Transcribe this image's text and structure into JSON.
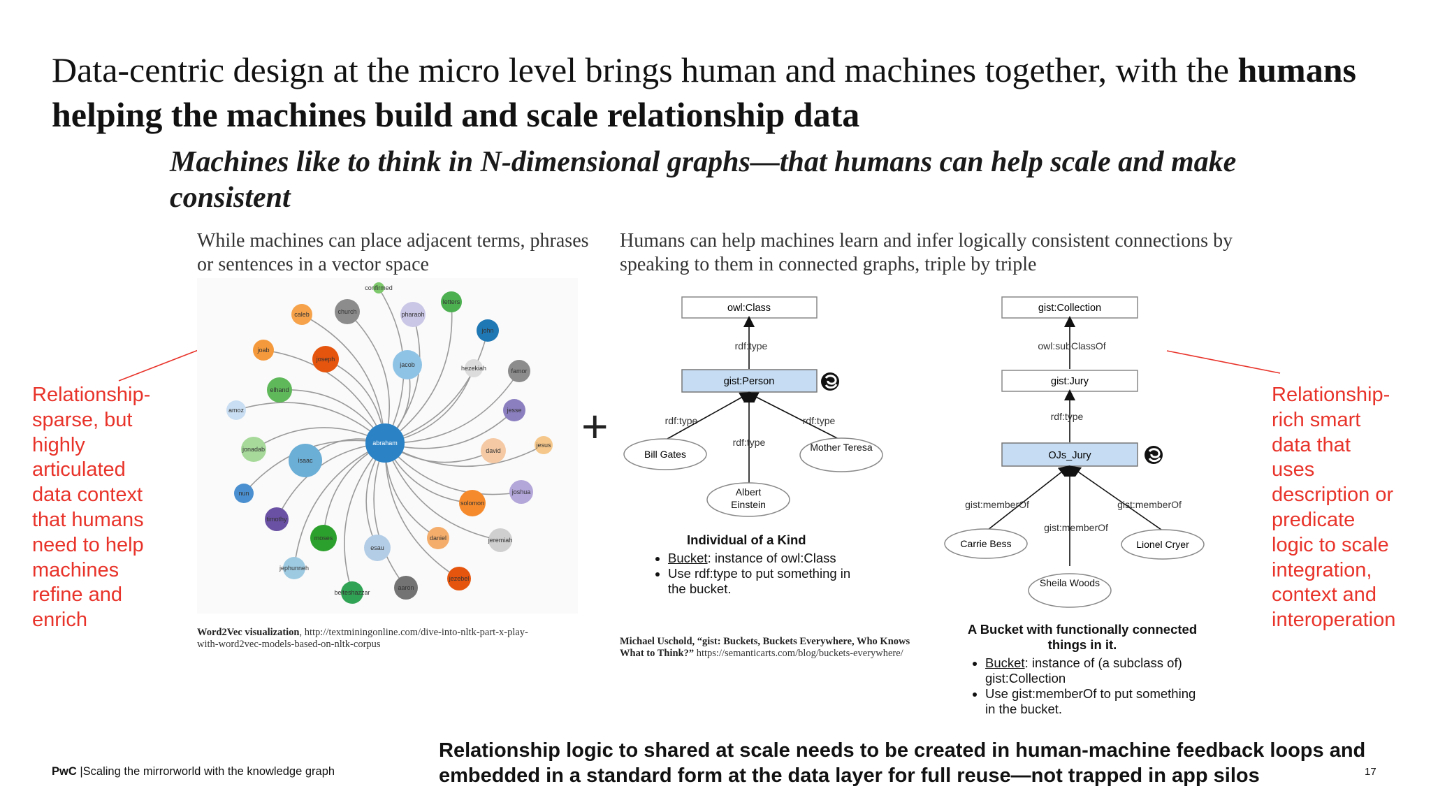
{
  "slide": {
    "title_regular": "Data-centric design at the micro level brings human and machines together, with the ",
    "title_bold": "humans helping the machines build and scale relationship data",
    "subtitle": "Machines like to think in N-dimensional graphs—that humans can help scale and make consistent",
    "left_caption": "While machines can place adjacent terms, phrases or sentences in a vector space",
    "right_caption": "Humans can help machines learn and infer logically consistent connections by speaking to them in connected graphs, triple by triple",
    "plus": "+",
    "left_note_lines": [
      "Relationship-",
      "sparse, but",
      "highly",
      "articulated",
      "data context",
      "that humans",
      "need to help",
      "machines",
      "refine and",
      "enrich"
    ],
    "right_note_lines": [
      "Relationship-",
      "rich smart",
      "data that",
      "uses",
      "description or",
      "predicate",
      "logic to scale",
      "integration,",
      "context and",
      "interoperation"
    ],
    "word2vec_citation_bold": "Word2Vec visualization",
    "word2vec_citation_rest": ", http://textminingonline.com/dive-into-nltk-part-x-play-with-word2vec-models-based-on-nltk-corpus",
    "uschold_citation_bold": "Michael Uschold, “gist: Buckets, Buckets Everywhere, Who Knows What to Think?”",
    "uschold_citation_rest": " https://semanticarts.com/blog/buckets-everywhere/",
    "bottom_message": "Relationship logic to shared at scale needs to be created in human-machine feedback loops and embedded in a standard form at the data layer for full reuse—not trapped in app silos",
    "footer_brand": "PwC",
    "footer_text": " |Scaling the mirrorworld with the knowledge graph",
    "page_number": "17"
  },
  "word2vec": {
    "center": "abraham",
    "nodes": [
      {
        "label": "confirmed",
        "color": "#7cc86a"
      },
      {
        "label": "letters",
        "color": "#4caf50"
      },
      {
        "label": "john",
        "color": "#1f77b4"
      },
      {
        "label": "hezekiah",
        "color": "#dcdcdc"
      },
      {
        "label": "famor",
        "color": "#8c8c8c"
      },
      {
        "label": "jesse",
        "color": "#8c7fc0"
      },
      {
        "label": "jesus",
        "color": "#f5c78a"
      },
      {
        "label": "david",
        "color": "#f5c9a3"
      },
      {
        "label": "joshua",
        "color": "#b3a6d9"
      },
      {
        "label": "solomon",
        "color": "#f58a2c"
      },
      {
        "label": "jeremiah",
        "color": "#cfcfcf"
      },
      {
        "label": "daniel",
        "color": "#f5ad6b"
      },
      {
        "label": "pharaoh",
        "color": "#c9c6e6"
      },
      {
        "label": "church",
        "color": "#8c8c8c"
      },
      {
        "label": "caleb",
        "color": "#f5a24a"
      },
      {
        "label": "jacob",
        "color": "#8fc3e6"
      },
      {
        "label": "joseph",
        "color": "#e6550d"
      },
      {
        "label": "joab",
        "color": "#f59a3c"
      },
      {
        "label": "elhand",
        "color": "#5fb85a"
      },
      {
        "label": "amoz",
        "color": "#c9def2"
      },
      {
        "label": "jonadab",
        "color": "#a6d99a"
      },
      {
        "label": "isaac",
        "color": "#6baed6"
      },
      {
        "label": "nun",
        "color": "#4a8fcf"
      },
      {
        "label": "timothy",
        "color": "#6a51a3"
      },
      {
        "label": "moses",
        "color": "#2ca02c"
      },
      {
        "label": "jephunneh",
        "color": "#9ecae1"
      },
      {
        "label": "esau",
        "color": "#b3cde6"
      },
      {
        "label": "belteshazzar",
        "color": "#31a354"
      },
      {
        "label": "aaron",
        "color": "#737373"
      },
      {
        "label": "jezebel",
        "color": "#e6550d"
      }
    ]
  },
  "gist_left": {
    "class_box": "owl:Class",
    "rdf_type_top": "rdf:type",
    "person_box": "gist:Person",
    "rdf_type_left": "rdf:type",
    "rdf_type_mid": "rdf:type",
    "rdf_type_right": "rdf:type",
    "member_1": "Bill Gates",
    "member_2": "Albert Einstein",
    "member_3": "Mother Teresa",
    "heading": "Individual of a Kind",
    "bullet_1_term": "Bucket",
    "bullet_1_rest": ": instance of owl:Class",
    "bullet_2": "Use rdf:type to put something in the bucket."
  },
  "gist_right": {
    "collection_box": "gist:Collection",
    "subclass_label": "owl:subClassOf",
    "jury_box": "gist:Jury",
    "rdf_type": "rdf:type",
    "ojs_box": "OJs_Jury",
    "member_of_left": "gist:memberOf",
    "member_of_mid": "gist:memberOf",
    "member_of_right": "gist:memberOf",
    "member_1": "Carrie Bess",
    "member_2": "Sheila Woods",
    "member_3": "Lionel Cryer",
    "heading": "A Bucket with functionally connected things in it.",
    "bullet_1_term": "Bucket",
    "bullet_1_rest": ": instance of (a subclass of) gist:Collection",
    "bullet_2": "Use gist:memberOf to put something in the bucket."
  },
  "colors": {
    "accent_red": "#e8332a",
    "box_fill_blue": "#c6dcf2",
    "center_node": "#2b83c6"
  }
}
